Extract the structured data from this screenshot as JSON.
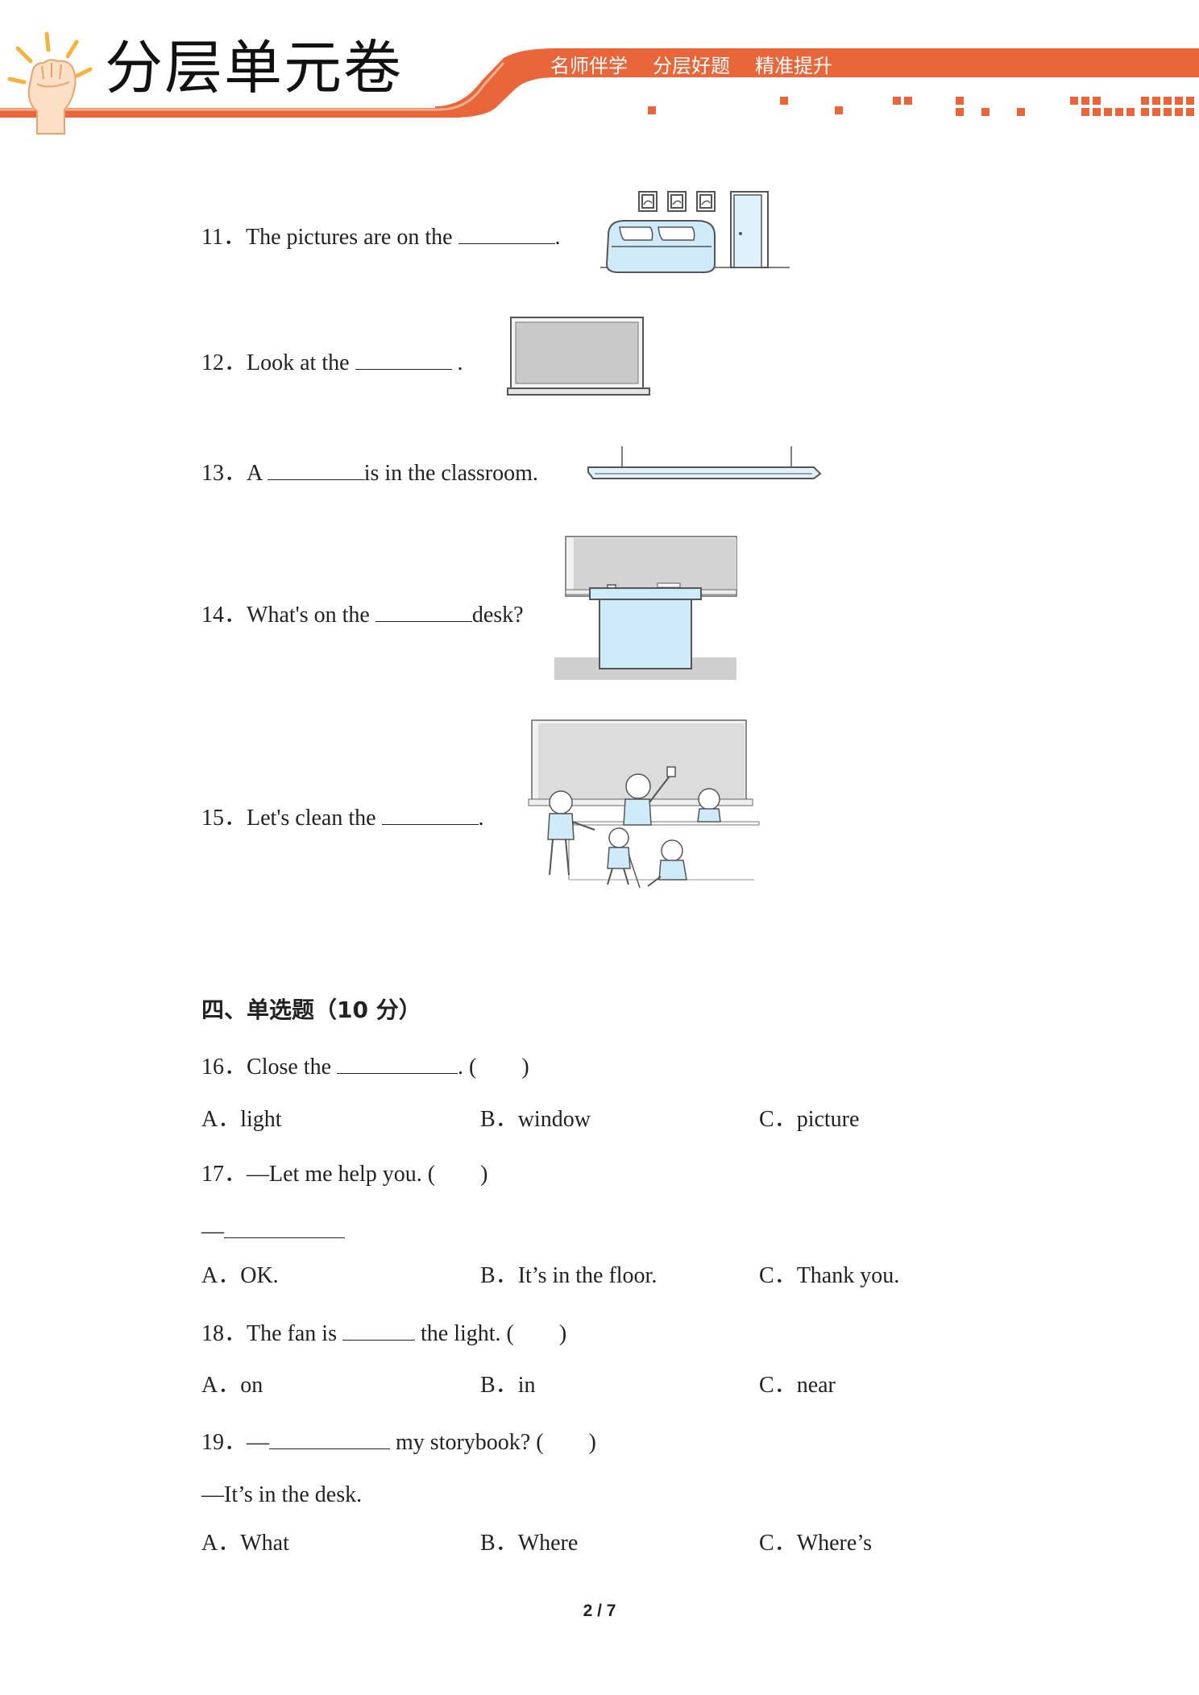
{
  "header": {
    "title": "分层单元卷",
    "slogans": [
      "名师伴学",
      "分层好题",
      "精准提升"
    ],
    "accent_color": "#e8663a"
  },
  "fill_questions": [
    {
      "num": "11．",
      "pre": "The pictures are on the ",
      "post": ".",
      "image": "sofa-wall-pictures-illustration"
    },
    {
      "num": "12．",
      "pre": "Look at the ",
      "post": " .",
      "image": "blackboard-illustration"
    },
    {
      "num": "13．",
      "pre": "A ",
      "post": "is in the classroom.",
      "image": "ceiling-light-illustration"
    },
    {
      "num": "14．",
      "pre": "What's on the ",
      "post": "desk?",
      "image": "teachers-desk-illustration"
    },
    {
      "num": "15．",
      "pre": "Let's clean the ",
      "post": ".",
      "image": "children-cleaning-classroom-illustration"
    }
  ],
  "section": {
    "title": "四、单选题（10 分）"
  },
  "choice_questions": [
    {
      "num": "16．",
      "text_pre": "Close the ",
      "text_post": ". (        )",
      "options": [
        {
          "letter": "A．",
          "text": "light"
        },
        {
          "letter": "B．",
          "text": "window"
        },
        {
          "letter": "C．",
          "text": "picture"
        }
      ]
    },
    {
      "num": "17．",
      "text_pre": "—Let me help you. (        )",
      "second_line_prefix": "—",
      "options": [
        {
          "letter": "A．",
          "text": "OK."
        },
        {
          "letter": "B．",
          "text": "It’s in the floor."
        },
        {
          "letter": "C．",
          "text": "Thank you."
        }
      ]
    },
    {
      "num": "18．",
      "text_pre": "The fan is ",
      "text_post": " the light. (        )",
      "options": [
        {
          "letter": "A．",
          "text": "on"
        },
        {
          "letter": "B．",
          "text": "in"
        },
        {
          "letter": "C．",
          "text": "near"
        }
      ]
    },
    {
      "num": "19．",
      "text_pre": "—",
      "text_post": " my storybook? (        )",
      "second_line": "—It’s in the desk.",
      "options": [
        {
          "letter": "A．",
          "text": "What"
        },
        {
          "letter": "B．",
          "text": "Where"
        },
        {
          "letter": "C．",
          "text": "Where’s"
        }
      ]
    }
  ],
  "page_number": "2 / 7"
}
